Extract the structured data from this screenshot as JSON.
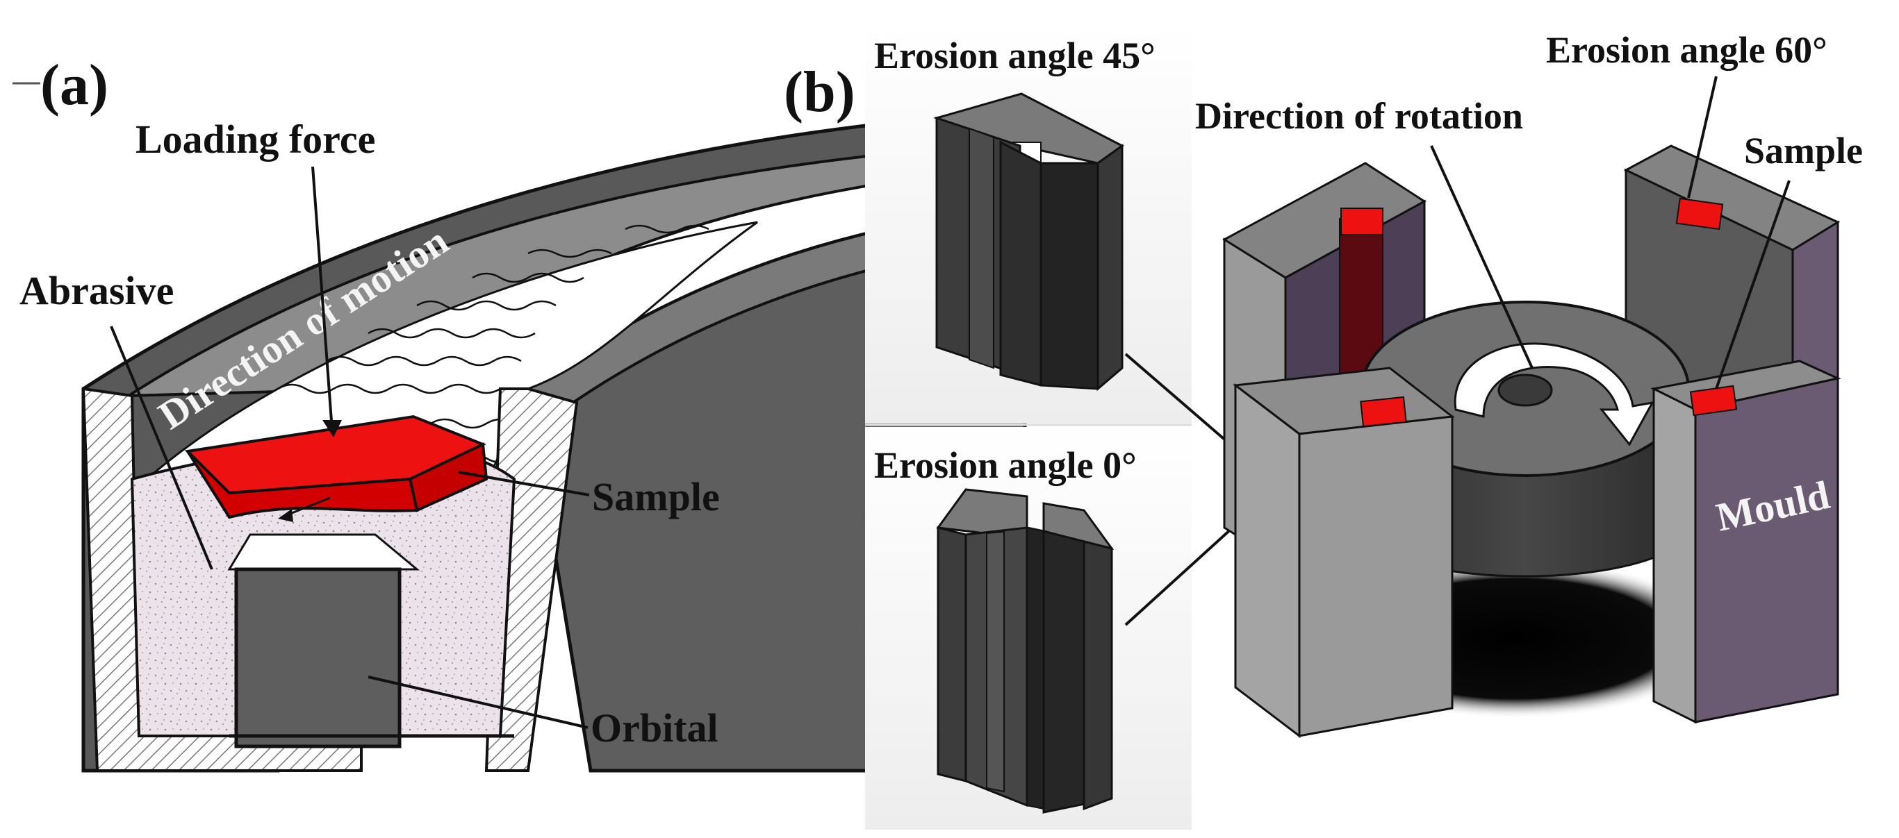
{
  "panels": {
    "a": "(a)",
    "b": "(b)"
  },
  "panel_a": {
    "loading_force": "Loading force",
    "abrasive": "Abrasive",
    "direction_of_motion": "Direction of motion",
    "sample": "Sample",
    "orbital": "Orbital"
  },
  "panel_b": {
    "erosion_45": "Erosion angle 45°",
    "erosion_0": "Erosion angle 0°",
    "erosion_60": "Erosion angle 60°",
    "direction_of_rotation": "Direction of rotation",
    "sample": "Sample",
    "mould": "Mould"
  },
  "colors": {
    "sample_red": "#ee1111",
    "steel_dark": "#4a4a4a",
    "steel_mid": "#808080",
    "steel_light": "#a9a9a9",
    "mould_purple": "#6a5a72",
    "abrasive_fill": "#ece2ea"
  }
}
